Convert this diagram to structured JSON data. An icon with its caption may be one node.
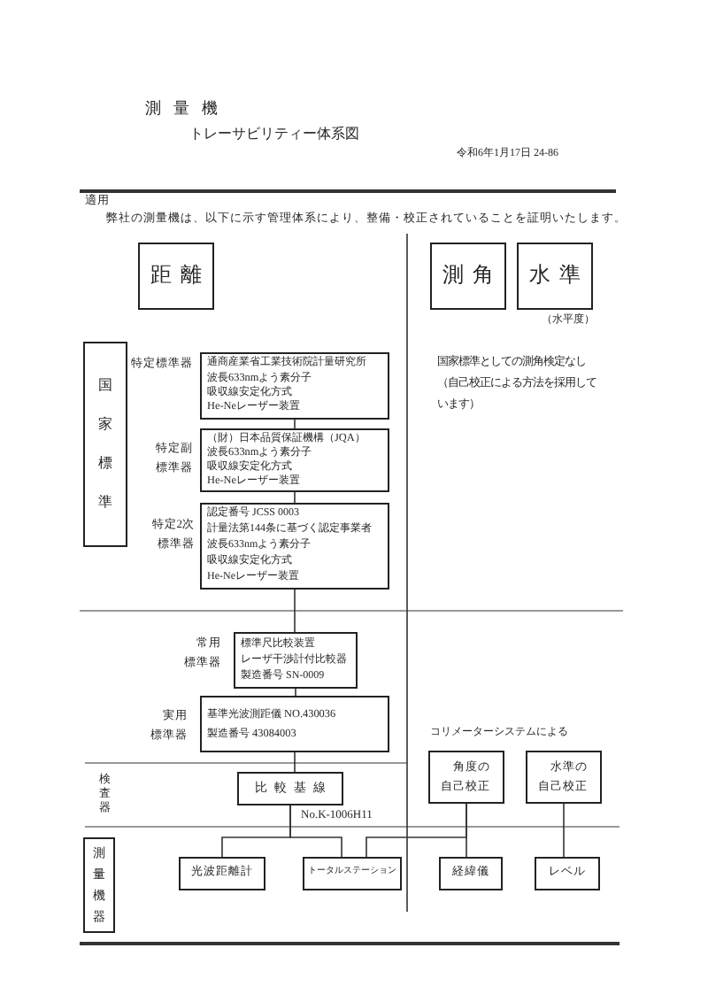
{
  "diagram": {
    "title": "トレーサビリティー体系図",
    "nodes": [
      {
        "text": [
          "距離"
        ]
      },
      {
        "text": [
          "測角"
        ]
      },
      {
        "text": [
          "水準"
        ],
        "beside": [
          "（水平度）"
        ]
      },
      {
        "text": [
          "国家標準"
        ]
      },
      {
        "text": [
          "通商産業省工業技術院計量研究所",
          "波長633nmよう素分子",
          "吸収線安定化方式",
          "He-Neレーザー装置"
        ],
        "beside": [
          "特定標準器"
        ]
      },
      {
        "text": [
          "（財）日本品質保証機構（JQA）",
          "波長633nmよう素分子",
          "吸収線安定化方式",
          "He-Neレーザー装置"
        ],
        "beside": [
          "特定副標準器"
        ]
      },
      {
        "text": [
          "認定番号 JCSS 0003",
          "計量法第144条に基づく認定事業者",
          "波長633nmよう素分子",
          "吸収線安定化方式",
          "He-Neレーザー装置"
        ],
        "beside": [
          "特定2次標準器"
        ]
      },
      {
        "text": [
          "標準尺比較装置",
          "レーザ干渉計付比較器",
          "製造番号 SN-0009"
        ],
        "beside": [
          "常用標準器"
        ]
      },
      {
        "text": [
          "基準光波測距儀 NO.430036",
          "製造番号 43084003"
        ],
        "beside": [
          "実用標準器"
        ]
      },
      {
        "text": [
          "比較基線"
        ],
        "beside": [
          "No.K-1006H11"
        ]
      },
      {
        "text": [
          "角度の自己校正"
        ]
      },
      {
        "text": [
          "水準の自己校正"
        ]
      },
      {
        "text": [
          "測量機器"
        ]
      },
      {
        "text": [
          "光波距離計"
        ]
      },
      {
        "text": [
          "トータルステーション"
        ]
      },
      {
        "text": [
          "経緯儀"
        ]
      },
      {
        "text": [
          "レベル"
        ]
      }
    ],
    "edges": [
      {
        "from": 4,
        "to": 5,
        "arrow": "none"
      },
      {
        "from": 5,
        "to": 6,
        "arrow": "none"
      },
      {
        "from": 6,
        "to": 7,
        "arrow": "none"
      },
      {
        "from": 7,
        "to": 8,
        "arrow": "none"
      },
      {
        "from": 8,
        "to": 9,
        "arrow": "none"
      },
      {
        "from": 9,
        "to": 13,
        "arrow": "none"
      },
      {
        "from": 9,
        "to": 14,
        "arrow": "none"
      },
      {
        "from": 10,
        "to": 14,
        "arrow": "none"
      },
      {
        "from": 10,
        "to": 15,
        "arrow": "none"
      },
      {
        "from": 11,
        "to": 16,
        "arrow": "none"
      }
    ],
    "labels": [
      "測量機",
      "令和6年1月17日 24-86",
      "適用",
      "弊社の測量機は、以下に示す管理体系により、整備・校正されていることを証明いたします。",
      "国家標準としての測角検定なし（自己校正による方法を採用しています）",
      "コリメーターシステムによる",
      "検査器"
    ]
  }
}
